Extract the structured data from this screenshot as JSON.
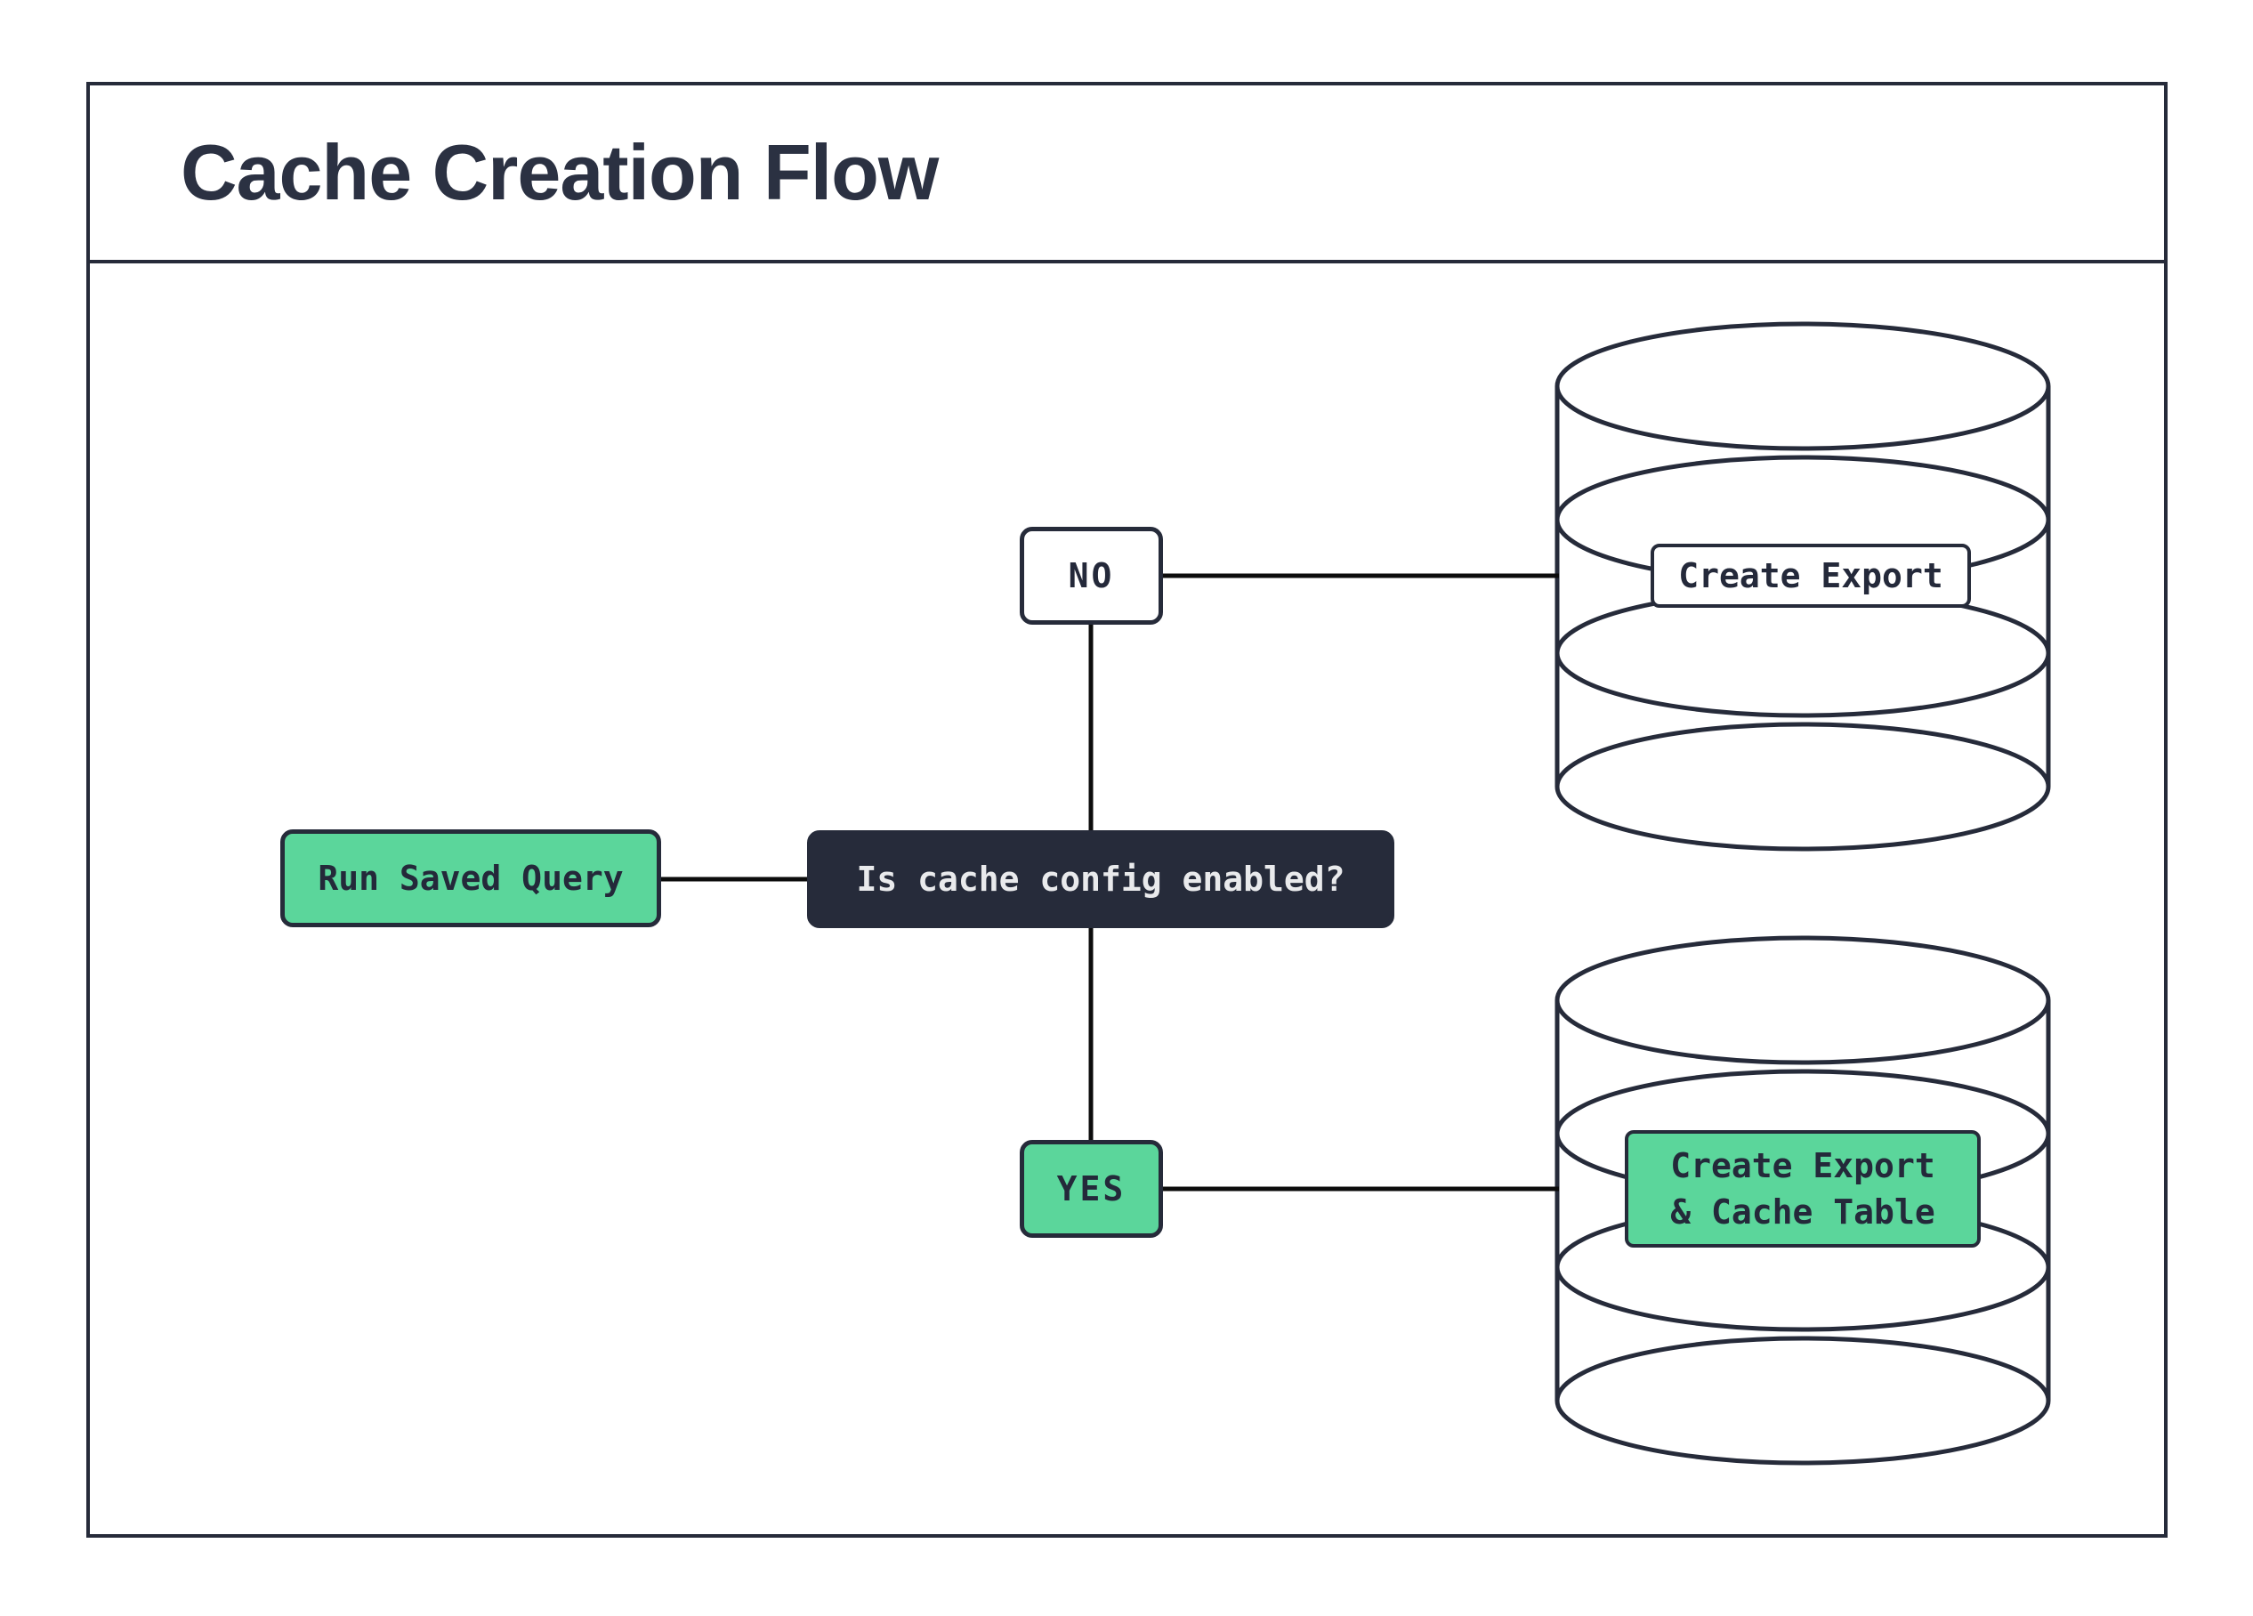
{
  "header": {
    "title": "Cache Creation Flow"
  },
  "palette": {
    "green": "#5bd69b",
    "navy": "#262b3a",
    "node_border": "#262b3a",
    "connector_line": "#0c0c0c",
    "light_text": "#e9eaec",
    "dark_text": "#24293a",
    "background": "#ffffff"
  },
  "diagram": {
    "type": "flowchart",
    "nodes": {
      "run": {
        "label": "Run Saved Query",
        "kind": "process",
        "fill": "green"
      },
      "decision": {
        "label": "Is cache config enabled?",
        "kind": "decision",
        "fill": "navy"
      },
      "no": {
        "label": "NO",
        "kind": "branch",
        "fill": "white"
      },
      "yes": {
        "label": "YES",
        "kind": "branch",
        "fill": "green"
      },
      "create_export": {
        "label": "Create Export",
        "kind": "database-action",
        "fill": "white",
        "database": "top-cylinder"
      },
      "create_export_cache": {
        "line1": "Create Export",
        "line2": "& Cache Table",
        "kind": "database-action",
        "fill": "green",
        "database": "bottom-cylinder"
      }
    },
    "edges": [
      {
        "from": "run",
        "to": "decision"
      },
      {
        "from": "decision",
        "to": "no"
      },
      {
        "from": "no",
        "to": "create_export"
      },
      {
        "from": "decision",
        "to": "yes"
      },
      {
        "from": "yes",
        "to": "create_export_cache"
      }
    ]
  }
}
